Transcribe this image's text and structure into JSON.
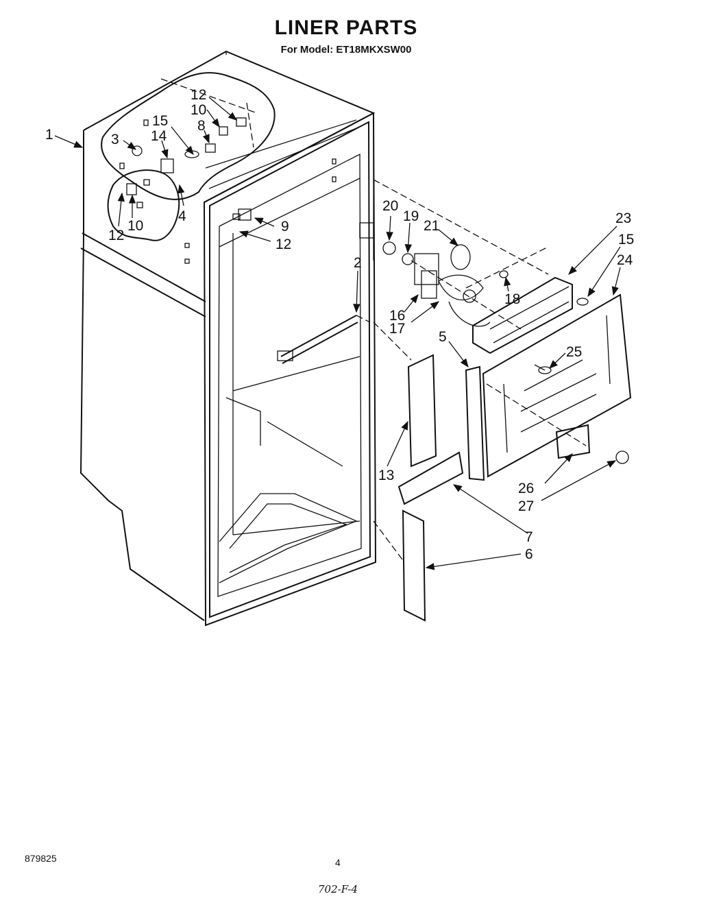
{
  "header": {
    "title": "LINER PARTS",
    "subtitle": "For Model: ET18MKXSW00"
  },
  "callouts": {
    "c1": "1",
    "c3": "3",
    "c14": "14",
    "c15a": "15",
    "c12a": "12",
    "c10a": "10",
    "c8": "8",
    "c4": "4",
    "c12b": "12",
    "c10b": "10",
    "c9": "9",
    "c12c": "12",
    "c2": "2",
    "c20": "20",
    "c19": "19",
    "c21": "21",
    "c23": "23",
    "c15b": "15",
    "c24": "24",
    "c18": "18",
    "c16": "16",
    "c17": "17",
    "c5": "5",
    "c25": "25",
    "c13": "13",
    "c26": "26",
    "c27": "27",
    "c7": "7",
    "c6": "6"
  },
  "footer": {
    "part_number": "879825",
    "page_number": "4",
    "handwritten_note": "702-F-4"
  }
}
